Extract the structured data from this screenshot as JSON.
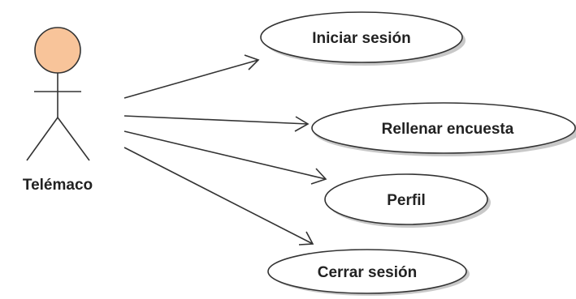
{
  "diagram": {
    "type": "use-case",
    "actor": {
      "name": "Telémaco",
      "head_color": "#f8c49a"
    },
    "use_cases": [
      {
        "id": "iniciar",
        "label": "Iniciar sesión"
      },
      {
        "id": "rellenar",
        "label": "Rellenar encuesta"
      },
      {
        "id": "perfil",
        "label": "Perfil"
      },
      {
        "id": "cerrar",
        "label": "Cerrar sesión"
      }
    ],
    "associations": [
      {
        "from": "actor",
        "to": "iniciar"
      },
      {
        "from": "actor",
        "to": "rellenar"
      },
      {
        "from": "actor",
        "to": "perfil"
      },
      {
        "from": "actor",
        "to": "cerrar"
      }
    ]
  }
}
